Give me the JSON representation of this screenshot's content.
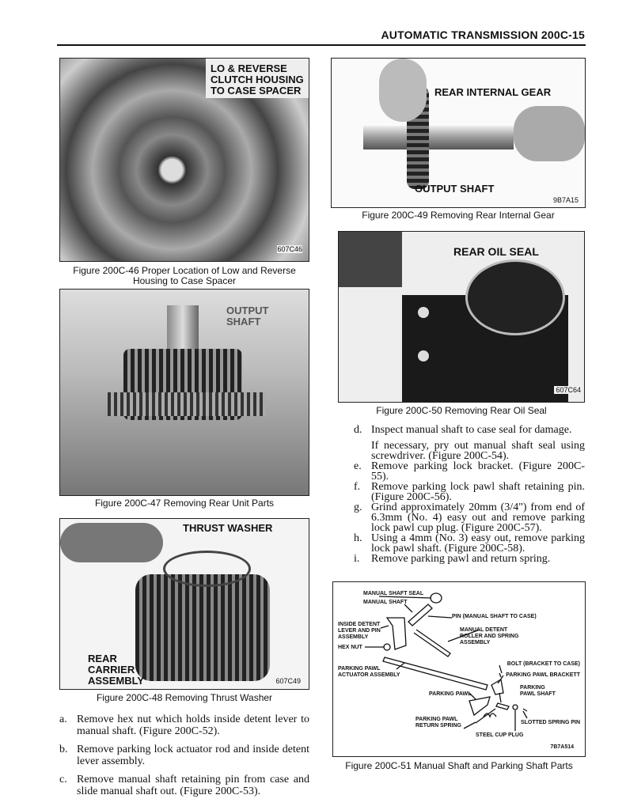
{
  "header": {
    "title": "AUTOMATIC TRANSMISSION 200C-15"
  },
  "figures": {
    "f46": {
      "labels": [
        "LO & REVERSE",
        "CLUTCH HOUSING",
        "TO CASE SPACER"
      ],
      "code": "607C46",
      "caption": "Figure 200C-46 Proper Location of Low and Reverse Housing to Case Spacer"
    },
    "f47": {
      "labels": [
        "OUTPUT",
        "SHAFT"
      ],
      "caption": "Figure 200C-47 Removing Rear Unit Parts"
    },
    "f48": {
      "labels": [
        "THRUST WASHER",
        "REAR",
        "CARRIER",
        "ASSEMBLY"
      ],
      "code": "607C49",
      "caption": "Figure 200C-48 Removing Thrust Washer"
    },
    "f49": {
      "labels": [
        "REAR INTERNAL GEAR",
        "OUTPUT SHAFT"
      ],
      "code": "9B7A15",
      "caption": "Figure 200C-49 Removing Rear Internal Gear"
    },
    "f50": {
      "labels": [
        "REAR OIL SEAL"
      ],
      "code": "607C64",
      "caption": "Figure 200C-50 Removing Rear Oil Seal"
    },
    "f51": {
      "labels": [
        "MANUAL SHAFT SEAL",
        "MANUAL SHAFT",
        "PIN (MANUAL SHAFT TO CASE)",
        "INSIDE DETENT LEVER AND PIN ASSEMBLY",
        "HEX NUT",
        "MANUAL DETENT ROLLER AND SPRING ASSEMBLY",
        "PARKING PAWL ACTUATOR ASSEMBLY",
        "BOLT (BRACKET TO CASE)",
        "PARKING PAWL BRACKETT",
        "PARKING PAWL",
        "PARKING PAWL SHAFT",
        "PARKING PAWL RETURN SPRING",
        "SLOTTED SPRING PIN",
        "STEEL CUP PLUG"
      ],
      "code": "7B7A514",
      "caption": "Figure 200C-51 Manual Shaft and Parking Shaft Parts"
    }
  },
  "left_steps": [
    {
      "k": "a.",
      "t": "Remove hex nut which holds inside detent lever to manual shaft. (Figure 200C-52)."
    },
    {
      "k": "b.",
      "t": "Remove parking lock actuator rod and inside detent lever assembly."
    },
    {
      "k": "c.",
      "t": "Remove manual shaft retaining pin from case and slide manual shaft out. (Figure 200C-53)."
    }
  ],
  "right_steps": [
    {
      "k": "d.",
      "t": "Inspect manual shaft to case seal for damage."
    },
    {
      "k": "",
      "t": "If necessary, pry out manual shaft seal using screwdriver. (Figure 200C-54)."
    },
    {
      "k": "e.",
      "t": "Remove parking lock bracket. (Figure 200C-55)."
    },
    {
      "k": "f.",
      "t": "Remove parking lock pawl shaft retaining pin. (Figure 200C-56)."
    },
    {
      "k": "g.",
      "t": "Grind approximately 20mm (3/4\") from end of 6.3mm (No. 4) easy out and remove parking lock pawl cup plug. (Figure 200C-57)."
    },
    {
      "k": "h.",
      "t": "Using a 4mm (No. 3) easy out, remove parking lock pawl shaft. (Figure 200C-58)."
    },
    {
      "k": "i.",
      "t": "Remove parking pawl and return spring."
    }
  ]
}
